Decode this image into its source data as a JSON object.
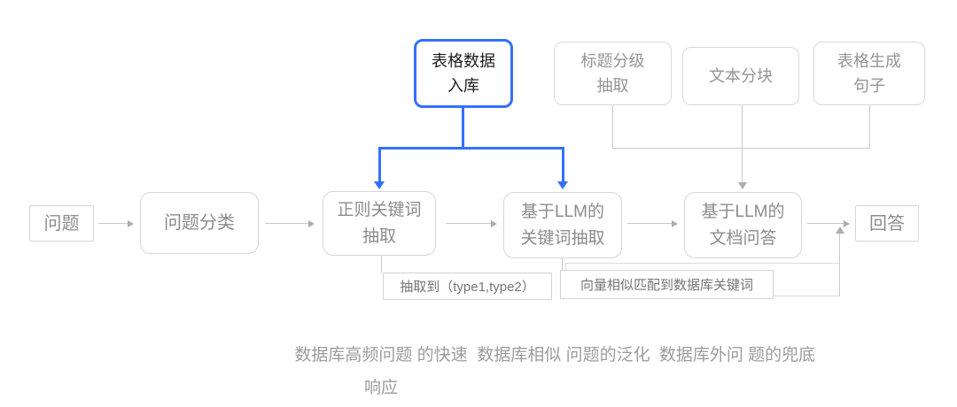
{
  "colors": {
    "accent_blue": "#3370ff",
    "gray_border": "#d9d9d9",
    "gray_text": "#8c8c8c",
    "line_gray": "#c9c9c9"
  },
  "top_row": {
    "table_data_ingest": {
      "line1": "表格数据",
      "line2": "入库"
    },
    "title_level_extract": {
      "line1": "标题分级",
      "line2": "抽取"
    },
    "text_chunking": {
      "line1": "文本分块"
    },
    "table_to_sentence": {
      "line1": "表格生成",
      "line2": "句子"
    }
  },
  "pipeline": {
    "question": "问题",
    "question_classify": "问题分类",
    "regex_keyword": {
      "line1": "正则关键词",
      "line2": "抽取"
    },
    "llm_keyword": {
      "line1": "基于LLM的",
      "line2": "关键词抽取"
    },
    "llm_doc_qa": {
      "line1": "基于LLM的",
      "line2": "文档问答"
    },
    "answer": "回答"
  },
  "edge_labels": {
    "regex_output": "抽取到（type1,type2）",
    "vector_match": "向量相似匹配到数据库关键词"
  },
  "footnotes": [
    {
      "line1": "数据库高频问题",
      "line2": "的快速响应"
    },
    {
      "line1": "数据库相似",
      "line2": "问题的泛化"
    },
    {
      "line1": "数据库外问",
      "line2": "题的兜底"
    }
  ]
}
